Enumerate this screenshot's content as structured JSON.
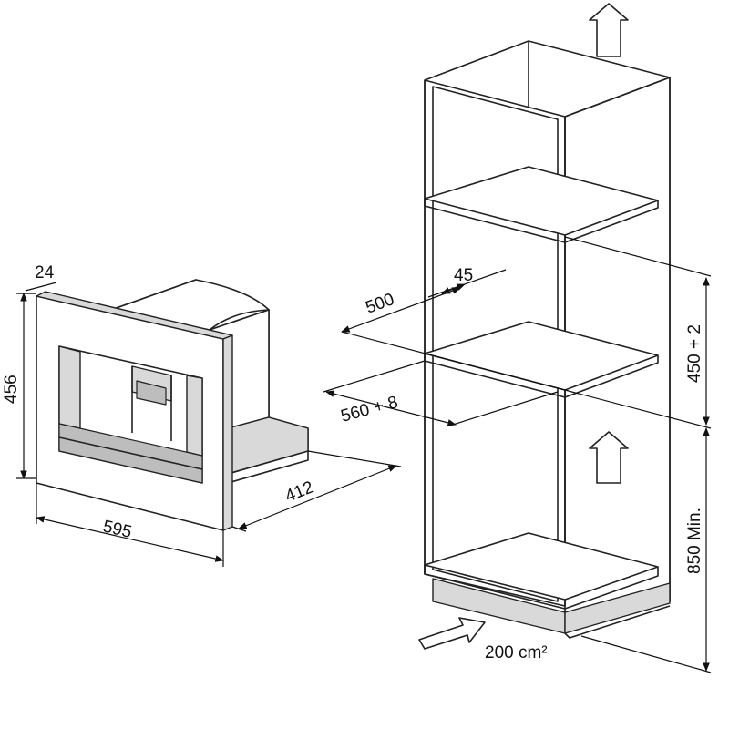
{
  "dimensions": {
    "appliance_depth_panel": "24",
    "appliance_height": "456",
    "appliance_width": "595",
    "appliance_depth": "412",
    "niche_depth_offset": "45",
    "niche_depth": "500",
    "niche_width": "560 + 8",
    "niche_height": "450 + 2",
    "niche_floor_height": "850 Min.",
    "ventilation_area": "200 cm²"
  },
  "icons": {
    "airflow_top": "arrow-up-outline-icon",
    "airflow_middle": "arrow-up-outline-icon",
    "airflow_inlet": "arrow-diagonal-outline-icon"
  }
}
